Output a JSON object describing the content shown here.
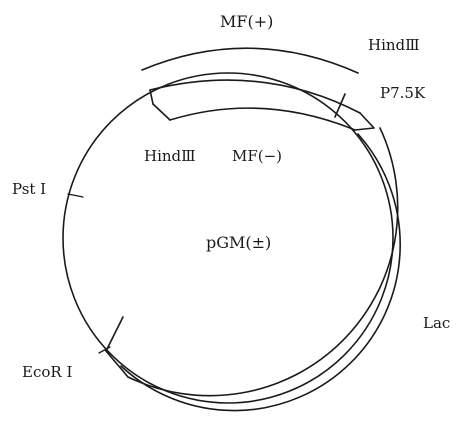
{
  "plasmid": {
    "name": "pGM(±)"
  },
  "labels": {
    "mf_plus": "MF(+)",
    "mf_minus": "MF(−)",
    "hindiii_top": "HindⅢ",
    "hindiii_inner": "HindⅢ",
    "p75k": "P7.5K",
    "psti": "Pst I",
    "lac": "Lac",
    "ecori": "EcoR I"
  },
  "colors": {
    "ink": "#1a1a1a",
    "background": "#ffffff"
  }
}
